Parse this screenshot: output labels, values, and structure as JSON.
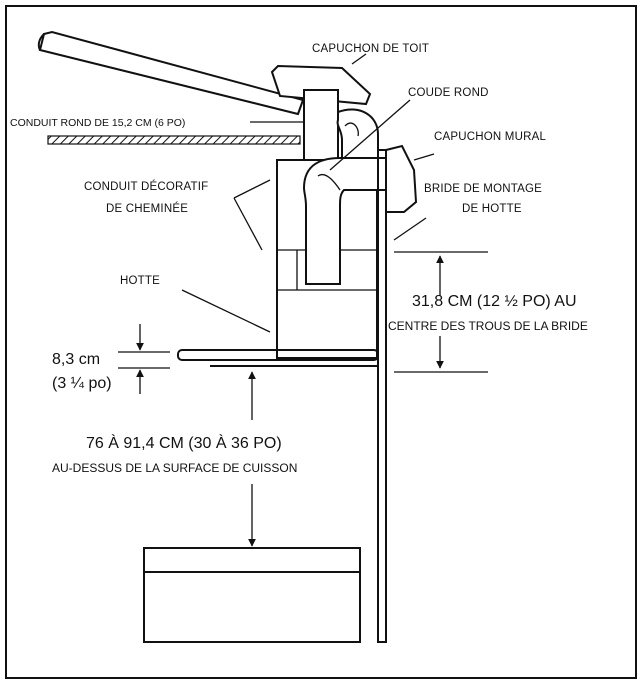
{
  "labels": {
    "capuchon_toit": "CAPUCHON DE TOIT",
    "coude_rond": "COUDE ROND",
    "conduit_rond": "CONDUIT ROND DE 15,2 CM (6 PO)",
    "capuchon_mural": "CAPUCHON MURAL",
    "conduit_decoratif_1": "CONDUIT DÉCORATIF",
    "conduit_decoratif_2": "DE CHEMINÉE",
    "bride_1": "BRIDE DE MONTAGE",
    "bride_2": "DE HOTTE",
    "hotte": "HOTTE"
  },
  "dimensions": {
    "bride_1": "31,8 CM (12 ½ PO) AU",
    "bride_2": "CENTRE DES TROUS DE LA BRIDE",
    "epaisseur_1": "8,3 cm",
    "epaisseur_2": "(3 ¼ po)",
    "hauteur_1": "76 À 91,4 CM (30 À 36 PO)",
    "hauteur_2": "AU-DESSUS DE LA SURFACE DE CUISSON"
  },
  "colors": {
    "line": "#111111",
    "background": "#ffffff"
  }
}
